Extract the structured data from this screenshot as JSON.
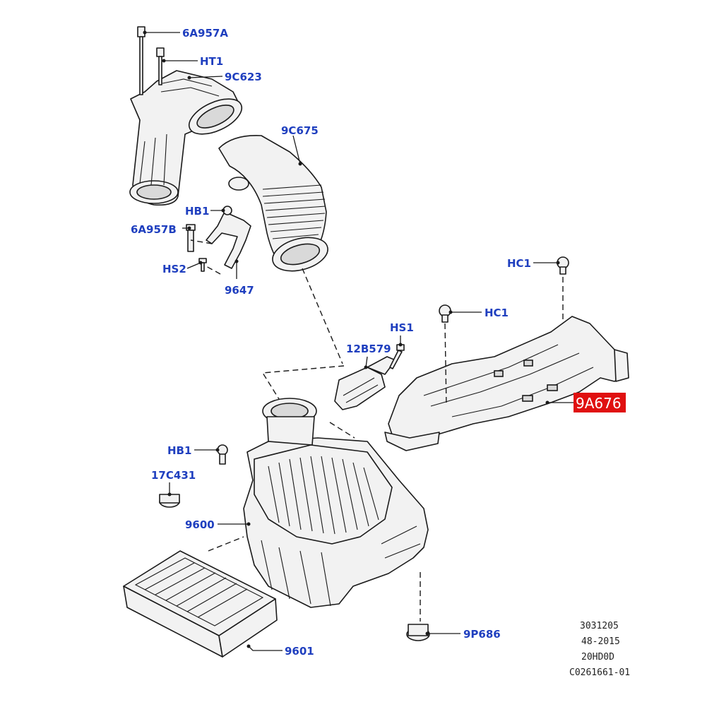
{
  "callouts": {
    "c6A957A": "6A957A",
    "cHT1": "HT1",
    "c9C623": "9C623",
    "c9C675": "9C675",
    "cHB1_top": "HB1",
    "c6A957B": "6A957B",
    "cHS2": "HS2",
    "c9647": "9647",
    "cHC1_upper": "HC1",
    "cHC1_lower": "HC1",
    "cHS1": "HS1",
    "c12B579": "12B579",
    "c9A676": "9A676",
    "cHB1_bottom": "HB1",
    "c17C431": "17C431",
    "c9600": "9600",
    "c9601": "9601",
    "c9P686": "9P686"
  },
  "reference_block": {
    "line1": "3031205",
    "line2": "48-2015",
    "line3": "20HD0D",
    "line4": "C0261661-01"
  },
  "colors": {
    "callout_text": "#1f3fbf",
    "highlight_box": "#e01010",
    "line": "#1a1a1a"
  }
}
